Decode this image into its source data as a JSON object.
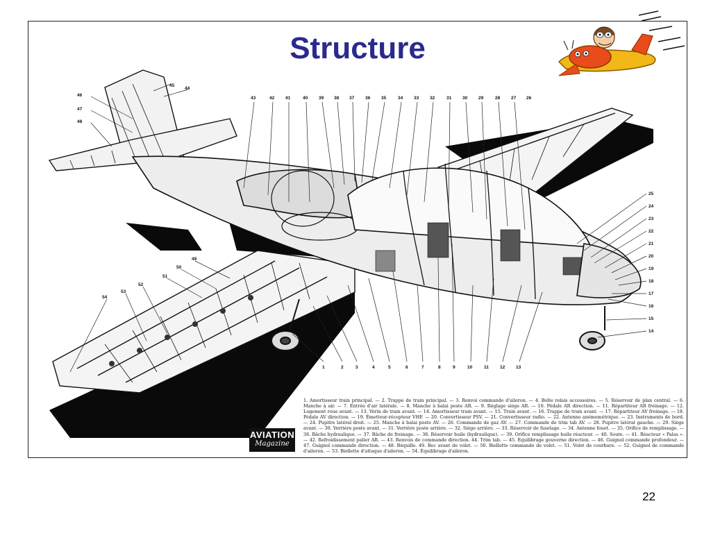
{
  "slide": {
    "title": "Structure",
    "page_number": "22"
  },
  "figure": {
    "logo_line1": "AVIATION",
    "logo_line2": "Magazine",
    "callouts_top": [
      "45",
      "44",
      "46",
      "47",
      "48",
      "43",
      "42",
      "41",
      "40",
      "39",
      "38",
      "37",
      "36",
      "35",
      "34",
      "33",
      "32",
      "31",
      "30",
      "29",
      "28",
      "27",
      "26"
    ],
    "callouts_right": [
      "25",
      "24",
      "23",
      "22",
      "21",
      "20",
      "19",
      "18",
      "17",
      "16",
      "15",
      "14"
    ],
    "callouts_bottom": [
      "1",
      "2",
      "3",
      "4",
      "5",
      "6",
      "7",
      "8",
      "9",
      "10",
      "11",
      "12",
      "13"
    ],
    "callouts_left": [
      "49",
      "50",
      "51",
      "52",
      "53",
      "54"
    ],
    "caption": "1. Amortisseur train principal. — 2. Trappe de train principal. — 3. Renvoi commande d'aileron. — 4. Boîte relais accessoires. — 5. Réservoir de plan central. — 6. Manche à air. — 7. Entrée d'air latérale. — 8. Manche à balai poste AR. — 9. Réglage siège AR. — 10. Pédale AR direction. — 11. Répartiteur AR freinage. — 12. Logement roue avant. — 13. Vérin de train avant. — 14. Amortisseur train avant. — 15. Train avant. — 16. Trappe de train avant. — 17. Répartiteur AV freinage. — 18. Pédale AV direction. — 19. Émetteur-récepteur VHF. — 20. Convertisseur PSV. — 21. Convertisseur radio. — 22. Antenne anémométrique. — 23. Instruments de bord. — 24. Pupitre latéral droit. — 25. Manche à balai poste AV. — 26. Commande de gaz AV. — 27. Commande de trim tab AV. — 28. Pupitre latéral gauche. — 29. Siège avant. — 30. Verrière poste avant. — 31. Verrière poste arrière. — 32. Siège arrière. — 33. Réservoir de fuselage. — 34. Antenne fouet. — 35. Orifice de remplissage. — 36. Bâche hydraulique. — 37. Bâche de freinage. — 38. Réservoir huile (hydraulique). — 39. Orifice remplissage huile réacteur. — 40. Soute. — 41. Réacteur « Palas ». — 42. Refroidissement palier AR. — 43. Renvois de commande direction. 44. Trim tab. — 45. Équilibrage gouverne direction. — 46. Guignol commande profondeur. — 47. Guignol commande direction. — 48. Béquille. 49. Bec avant de volet. — 50. Biellette commande de volet. — 51. Volet de courbure. — 52. Guignol de commande d'aileron. — 53. Biellette d'attaque d'aileron. — 54. Équilibrage d'aileron."
  },
  "icons": {
    "mascot": "cartoon-pilot-airplane-icon",
    "speed_lines": "speed-lines-icon"
  }
}
